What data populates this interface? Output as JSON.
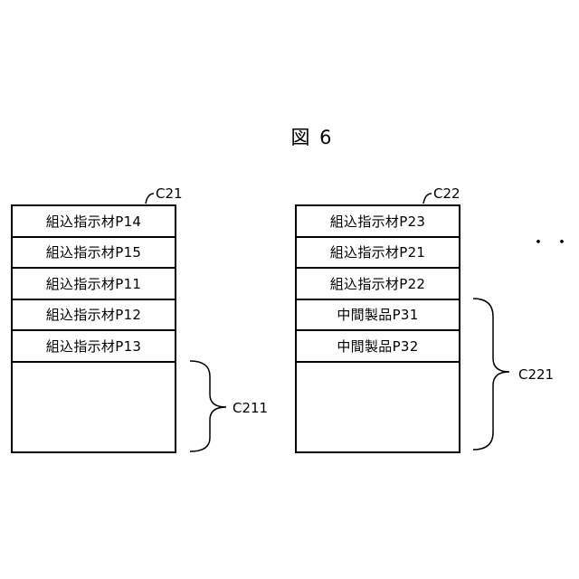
{
  "figure": {
    "title": "図 6"
  },
  "stack_left": {
    "label": "C21",
    "rows": [
      "組込指示材P14",
      "組込指示材P15",
      "組込指示材P11",
      "組込指示材P12",
      "組込指示材P13"
    ],
    "brace_label": "C211"
  },
  "stack_right": {
    "label": "C22",
    "rows": [
      "組込指示材P23",
      "組込指示材P21",
      "組込指示材P22",
      "中間製品P31",
      "中間製品P32"
    ],
    "brace_label": "C221"
  },
  "continuation": "・・・"
}
